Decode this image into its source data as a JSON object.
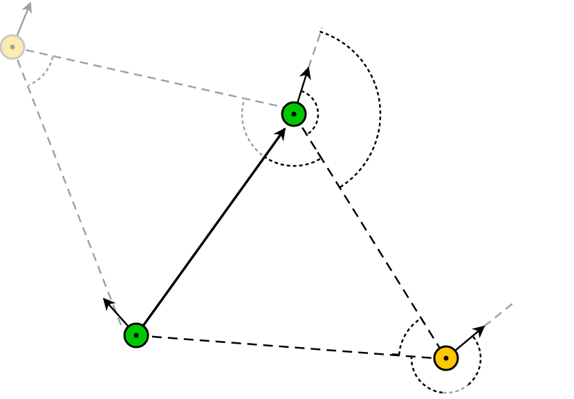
{
  "colors": {
    "node_green": "#00c800",
    "node_yellow": "#ffc800",
    "node_faded_fill": "#fdebb0",
    "node_faded_stroke": "#c8c8c8",
    "line_black": "#000000",
    "line_gray": "#a0a0a0"
  },
  "nodes": [
    {
      "id": "faded",
      "kind": "faded-yellow"
    },
    {
      "id": "top",
      "kind": "green"
    },
    {
      "id": "bottom-left",
      "kind": "green"
    },
    {
      "id": "right",
      "kind": "yellow"
    }
  ]
}
